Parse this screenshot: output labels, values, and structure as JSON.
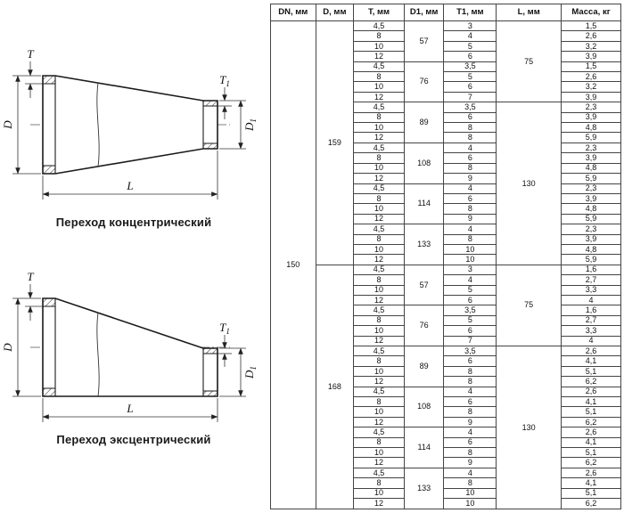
{
  "page": {
    "background": "#ffffff"
  },
  "drawings": {
    "labels": {
      "t": "T",
      "t1_main": "T",
      "t1_sub": "1",
      "d": "D",
      "d1_main": "D",
      "d1_sub": "1",
      "l": "L"
    },
    "concentric": {
      "caption": "Переход концентрический"
    },
    "eccentric": {
      "caption": "Переход эксцентрический"
    }
  },
  "table": {
    "headers": [
      "DN, мм",
      "D, мм",
      "T, мм",
      "D1, мм",
      "T1, мм",
      "L, мм",
      "Масса, кг"
    ],
    "dn": "150",
    "sections": [
      {
        "d": "159",
        "l_spans": [
          {
            "label": "75",
            "rows": 8
          },
          {
            "label": "130",
            "rows": 16
          }
        ],
        "groups": [
          {
            "d1": "57",
            "rows": [
              [
                "4,5",
                "3",
                "1,5"
              ],
              [
                "8",
                "4",
                "2,6"
              ],
              [
                "10",
                "5",
                "3,2"
              ],
              [
                "12",
                "6",
                "3,9"
              ]
            ]
          },
          {
            "d1": "76",
            "rows": [
              [
                "4,5",
                "3,5",
                "1,5"
              ],
              [
                "8",
                "5",
                "2,6"
              ],
              [
                "10",
                "6",
                "3,2"
              ],
              [
                "12",
                "7",
                "3,9"
              ]
            ]
          },
          {
            "d1": "89",
            "rows": [
              [
                "4,5",
                "3,5",
                "2,3"
              ],
              [
                "8",
                "6",
                "3,9"
              ],
              [
                "10",
                "8",
                "4,8"
              ],
              [
                "12",
                "8",
                "5,9"
              ]
            ]
          },
          {
            "d1": "108",
            "rows": [
              [
                "4,5",
                "4",
                "2,3"
              ],
              [
                "8",
                "6",
                "3,9"
              ],
              [
                "10",
                "8",
                "4,8"
              ],
              [
                "12",
                "9",
                "5,9"
              ]
            ]
          },
          {
            "d1": "114",
            "rows": [
              [
                "4,5",
                "4",
                "2,3"
              ],
              [
                "8",
                "6",
                "3,9"
              ],
              [
                "10",
                "8",
                "4,8"
              ],
              [
                "12",
                "9",
                "5,9"
              ]
            ]
          },
          {
            "d1": "133",
            "rows": [
              [
                "4,5",
                "4",
                "2,3"
              ],
              [
                "8",
                "8",
                "3,9"
              ],
              [
                "10",
                "10",
                "4,8"
              ],
              [
                "12",
                "10",
                "5,9"
              ]
            ]
          }
        ]
      },
      {
        "d": "168",
        "l_spans": [
          {
            "label": "75",
            "rows": 8
          },
          {
            "label": "130",
            "rows": 16
          }
        ],
        "groups": [
          {
            "d1": "57",
            "rows": [
              [
                "4,5",
                "3",
                "1,6"
              ],
              [
                "8",
                "4",
                "2,7"
              ],
              [
                "10",
                "5",
                "3,3"
              ],
              [
                "12",
                "6",
                "4"
              ]
            ]
          },
          {
            "d1": "76",
            "rows": [
              [
                "4,5",
                "3,5",
                "1,6"
              ],
              [
                "8",
                "5",
                "2,7"
              ],
              [
                "10",
                "6",
                "3,3"
              ],
              [
                "12",
                "7",
                "4"
              ]
            ]
          },
          {
            "d1": "89",
            "rows": [
              [
                "4,5",
                "3,5",
                "2,6"
              ],
              [
                "8",
                "6",
                "4,1"
              ],
              [
                "10",
                "8",
                "5,1"
              ],
              [
                "12",
                "8",
                "6,2"
              ]
            ]
          },
          {
            "d1": "108",
            "rows": [
              [
                "4,5",
                "4",
                "2,6"
              ],
              [
                "8",
                "6",
                "4,1"
              ],
              [
                "10",
                "8",
                "5,1"
              ],
              [
                "12",
                "9",
                "6,2"
              ]
            ]
          },
          {
            "d1": "114",
            "rows": [
              [
                "4,5",
                "4",
                "2,6"
              ],
              [
                "8",
                "6",
                "4,1"
              ],
              [
                "10",
                "8",
                "5,1"
              ],
              [
                "12",
                "9",
                "6,2"
              ]
            ]
          },
          {
            "d1": "133",
            "rows": [
              [
                "4,5",
                "4",
                "2,6"
              ],
              [
                "8",
                "8",
                "4,1"
              ],
              [
                "10",
                "10",
                "5,1"
              ],
              [
                "12",
                "10",
                "6,2"
              ]
            ]
          }
        ]
      }
    ]
  }
}
